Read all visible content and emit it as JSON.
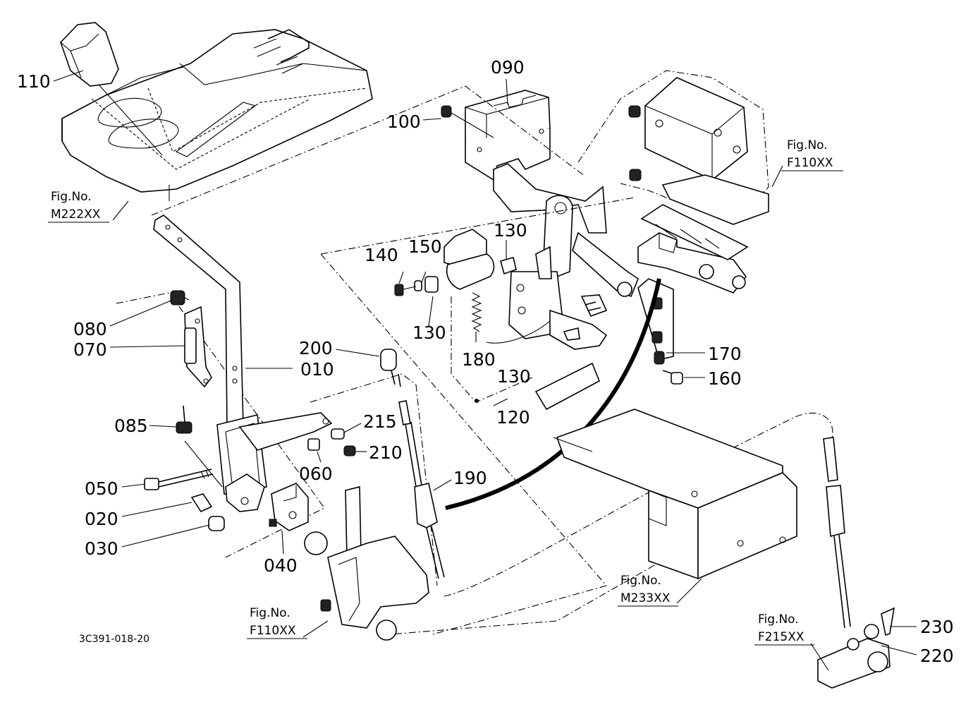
{
  "part_numbers": {
    "p110": "110",
    "p090": "090",
    "p100": "100",
    "p140": "140",
    "p150": "150",
    "p130a": "130",
    "p130b": "130",
    "p130c": "130",
    "p180": "180",
    "p120": "120",
    "p080": "080",
    "p070": "070",
    "p010": "010",
    "p200": "200",
    "p170": "170",
    "p160": "160",
    "p085": "085",
    "p215": "215",
    "p210": "210",
    "p060": "060",
    "p190": "190",
    "p050": "050",
    "p020": "020",
    "p030": "030",
    "p040": "040",
    "p230": "230",
    "p220": "220"
  },
  "figure_refs": {
    "m222": {
      "title": "Fig.No.",
      "code": "M222XX"
    },
    "f110_top": {
      "title": "Fig.No.",
      "code": "F110XX"
    },
    "m233": {
      "title": "Fig.No.",
      "code": "M233XX"
    },
    "f110_bottom": {
      "title": "Fig.No.",
      "code": "F110XX"
    },
    "f215": {
      "title": "Fig.No.",
      "code": "F215XX"
    }
  },
  "drawing_code": "3C391-018-20"
}
